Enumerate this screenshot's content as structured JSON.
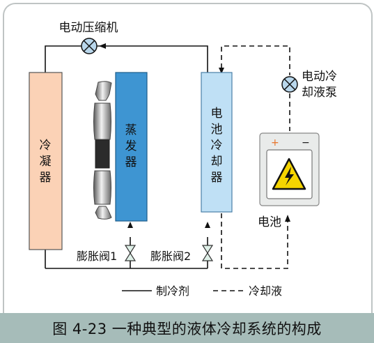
{
  "caption": "图 4-23 一种典型的液体冷却系统的构成",
  "labels": {
    "compressor": "电动压缩机",
    "pump_line1": "电动冷",
    "pump_line2": "却液泵",
    "condenser": "冷凝器",
    "evaporator": "蒸发器",
    "chiller": "电池冷却器",
    "valve1": "膨胀阀1",
    "valve2": "膨胀阀2",
    "battery": "电池",
    "plus": "+",
    "minus": "−"
  },
  "legend": {
    "solid_label": "制冷剂",
    "dashed_label": "冷却液"
  },
  "colors": {
    "condenser": "#fbd2b6",
    "evaporator": "#3e95d2",
    "chiller": "#bfe0f5",
    "caption_bar": "#a6bcb9",
    "warning_yellow": "#f5d400",
    "plus_orange": "#e8732a",
    "valve_fill": "#dff0e8"
  }
}
